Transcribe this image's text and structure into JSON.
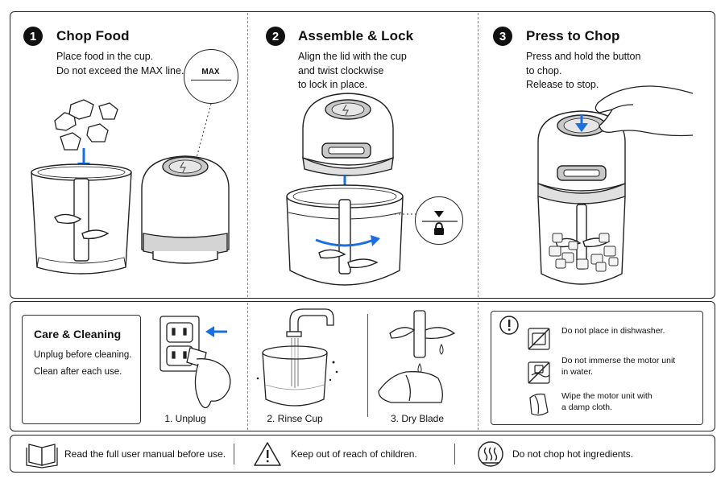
{
  "steps": [
    {
      "number": "1",
      "title": "Chop Food",
      "text": "Place food in the cup.\nDo not exceed the MAX line.",
      "callout": "MAX"
    },
    {
      "number": "2",
      "title": "Assemble & Lock",
      "text": "Align the lid with the cup\nand twist clockwise\nto lock in place."
    },
    {
      "number": "3",
      "title": "Press to Chop",
      "text": "Press and hold the button\nto chop.\nRelease to stop."
    }
  ],
  "care": {
    "title": "Care & Cleaning",
    "lines": [
      "Unplug before cleaning.",
      "Clean after each use."
    ],
    "captions": [
      "1. Unplug",
      "2. Rinse Cup",
      "3. Dry Blade"
    ]
  },
  "warnings": [
    {
      "icon": "no-dishwasher-icon",
      "text": "Do not place in dishwasher."
    },
    {
      "icon": "no-immerse-icon",
      "text": "Do not immerse the motor unit\nin water."
    },
    {
      "icon": "damp-cloth-icon",
      "text": "Wipe the motor unit with\na damp cloth."
    }
  ],
  "footer": [
    {
      "icon": "book-icon",
      "text": "Read the full user manual before use."
    },
    {
      "icon": "warning-triangle-icon",
      "text": "Keep out of reach of children."
    },
    {
      "icon": "heat-waves-icon",
      "text": "Do not chop hot ingredients."
    }
  ],
  "colors": {
    "accent": "#1a6fe0",
    "line": "#222222",
    "panel": "#ffffff"
  }
}
